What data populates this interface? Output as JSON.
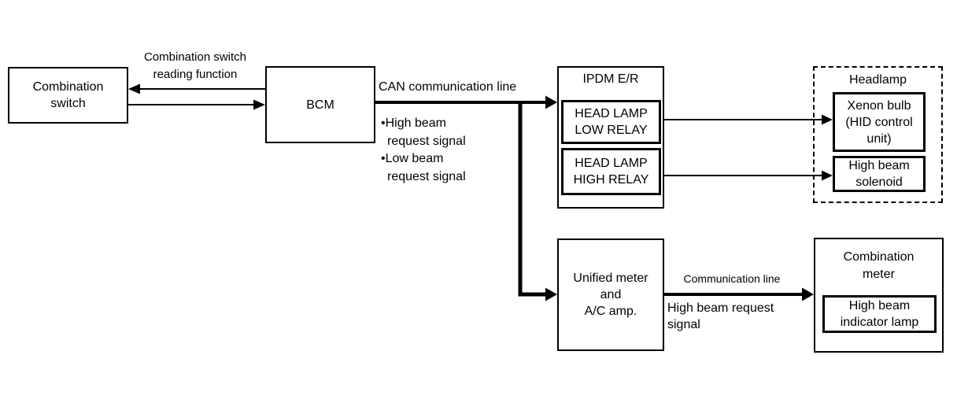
{
  "colors": {
    "background": "#ffffff",
    "line": "#000000",
    "text": "#000000"
  },
  "nodes": {
    "combination_switch": {
      "label": "Combination\nswitch"
    },
    "bcm": {
      "label": "BCM"
    },
    "ipdm": {
      "title": "IPDM E/R",
      "low_relay": "HEAD LAMP\nLOW RELAY",
      "high_relay": "HEAD LAMP\nHIGH RELAY"
    },
    "headlamp": {
      "title": "Headlamp",
      "xenon_bulb": "Xenon bulb\n(HID control\nunit)",
      "high_beam_solenoid": "High beam\nsolenoid"
    },
    "unified_meter": {
      "label": "Unified meter\nand\nA/C amp."
    },
    "combination_meter": {
      "title": "Combination\nmeter",
      "high_beam_indicator": "High beam\nindicator lamp"
    }
  },
  "labels": {
    "switch_reading": "Combination switch\nreading function",
    "can_line": "CAN communication line",
    "can_signals": [
      "•High beam\nrequest signal",
      "•Low beam\nrequest signal"
    ],
    "comm_line": "Communication line",
    "high_beam_request": "High beam request\nsignal"
  }
}
